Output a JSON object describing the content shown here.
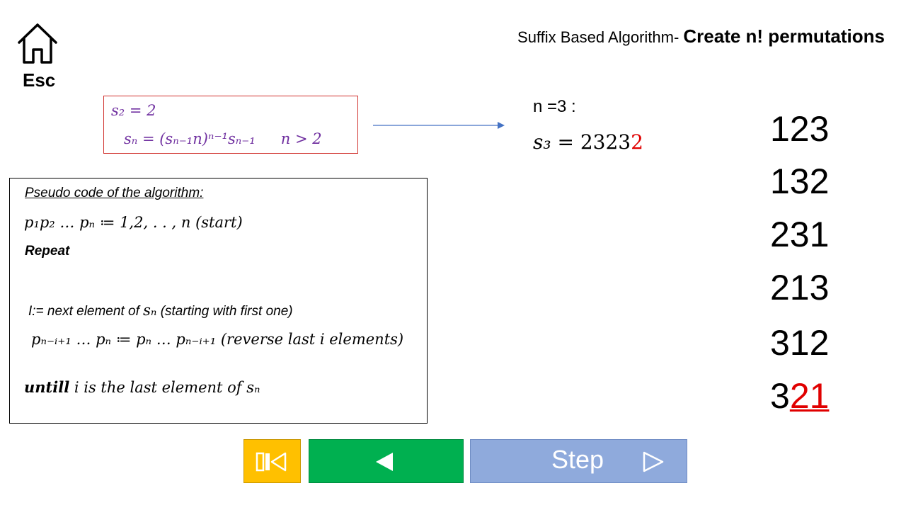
{
  "nav": {
    "esc_label": "Esc"
  },
  "title": {
    "prefix": "Suffix Based Algorithm- ",
    "bold": "Create n! permutations"
  },
  "formula": {
    "base": "s₂ = 2",
    "recurrence": "sₙ = (sₙ₋₁n)ⁿ⁻¹sₙ₋₁",
    "condition": "n > 2"
  },
  "example": {
    "n_label": "n =3 :",
    "s3_var": "s₃ = ",
    "s3_digits_black": "2323",
    "s3_digit_red": "2"
  },
  "pseudo_code": {
    "title": "Pseudo  code of the algorithm:",
    "start": "p₁p₂ … pₙ ≔ 1,2, . . , n (start)",
    "repeat": "Repeat",
    "next_text": "I:= next element of ",
    "next_var": "sₙ",
    "next_tail": " (starting with first one)",
    "reverse": "pₙ₋ᵢ₊₁ … pₙ ≔ pₙ … pₙ₋ᵢ₊₁  (reverse last i elements)",
    "until_bold": "untill",
    "until_rest": " i is the last element of sₙ"
  },
  "permutations": [
    {
      "black": "123",
      "red": ""
    },
    {
      "black": "132",
      "red": ""
    },
    {
      "black": "231",
      "red": ""
    },
    {
      "black": "213",
      "red": ""
    },
    {
      "black": "312",
      "red": ""
    },
    {
      "black": "3",
      "red": "21"
    }
  ],
  "controls": {
    "step_label": "Step",
    "reset_icon": "skip-to-start-icon",
    "back_icon": "triangle-left-icon",
    "step_icon": "triangle-right-icon"
  },
  "colors": {
    "formula": "#7030a0",
    "highlight_red": "#e00000",
    "reset_button": "#ffc000",
    "back_button": "#00b050",
    "step_button": "#8faadc"
  }
}
